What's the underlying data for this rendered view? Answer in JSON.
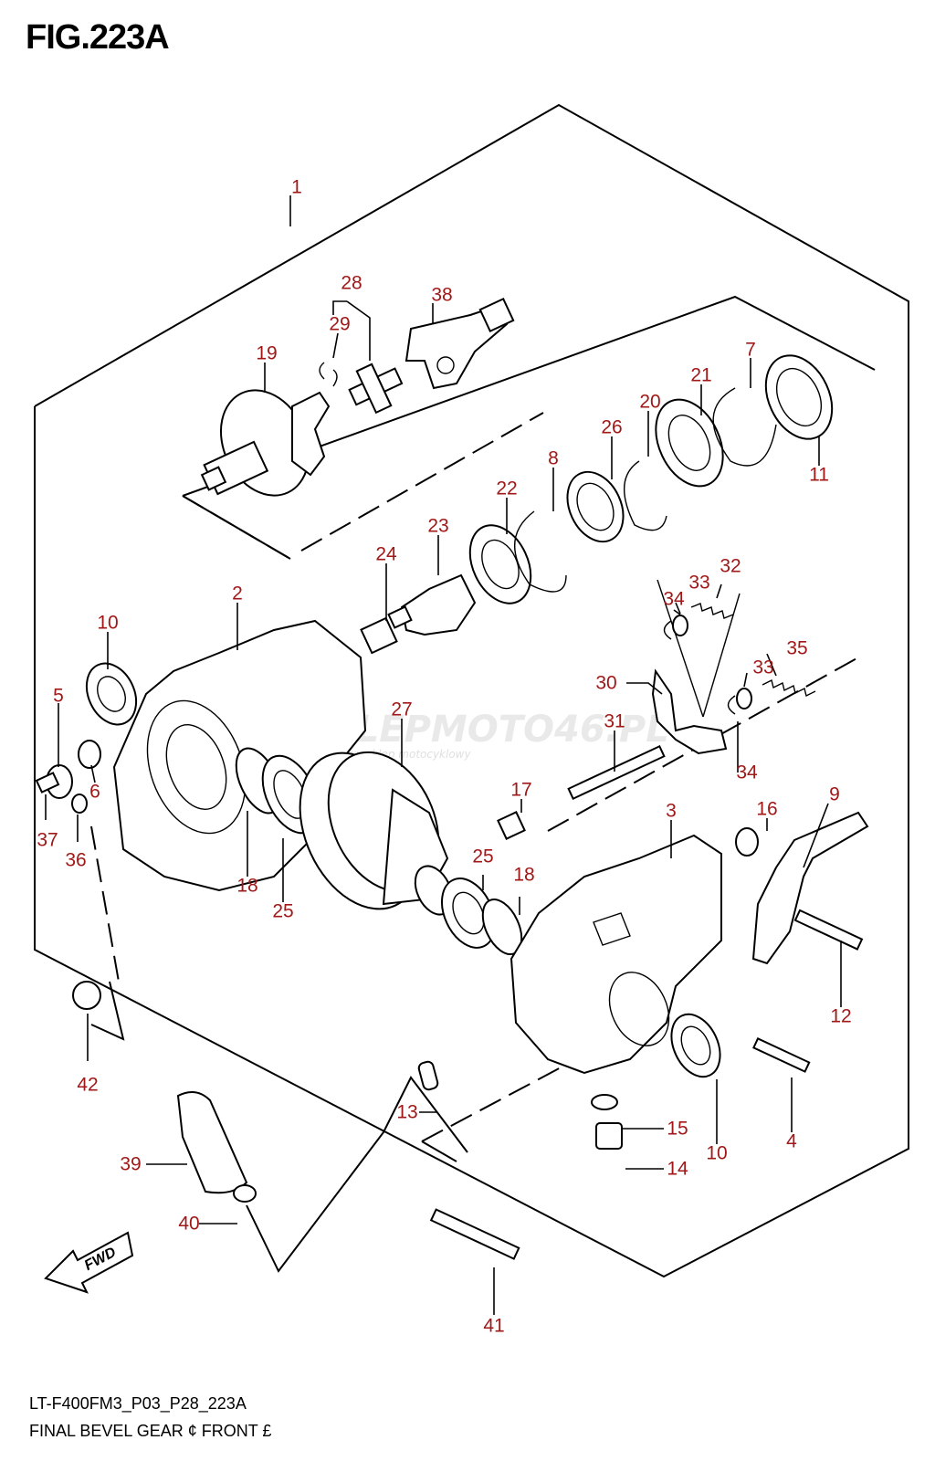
{
  "figure": {
    "title": "FIG.223A",
    "code": "LT-F400FM3_P03_P28_223A",
    "caption": "FINAL BEVEL GEAR ¢ FRONT £"
  },
  "watermark": {
    "brand": "SKLEPMOTO46.PL",
    "tagline": "Internetowy sklep motocyklowy"
  },
  "callouts": [
    "1",
    "2",
    "3",
    "4",
    "5",
    "6",
    "7",
    "8",
    "9",
    "10",
    "10",
    "11",
    "12",
    "13",
    "14",
    "15",
    "16",
    "17",
    "18",
    "18",
    "19",
    "20",
    "21",
    "22",
    "23",
    "24",
    "25",
    "25",
    "26",
    "27",
    "28",
    "29",
    "30",
    "31",
    "32",
    "33",
    "33",
    "34",
    "34",
    "35",
    "36",
    "37",
    "38",
    "39",
    "40",
    "41",
    "42"
  ],
  "fwd_label": "FWD",
  "colors": {
    "callout": "#a01818",
    "line": "#000000",
    "watermark": "#e9e9e9"
  }
}
